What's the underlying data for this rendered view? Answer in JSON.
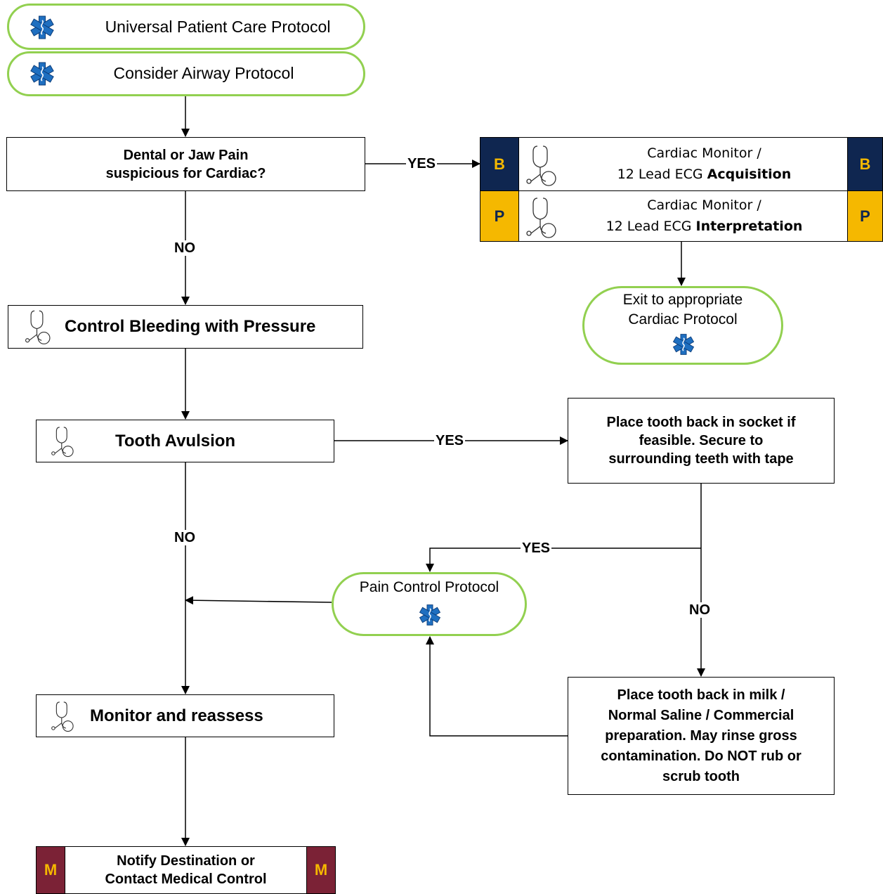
{
  "protocols": {
    "universal": "Universal Patient Care Protocol",
    "airway": "Consider Airway Protocol",
    "exit_line1": "Exit to appropriate",
    "exit_line2": "Cardiac Protocol",
    "pain": "Pain Control Protocol"
  },
  "decisions": {
    "dental_line1": "Dental or Jaw Pain",
    "dental_line2": "suspicious for Cardiac?",
    "tooth_avulsion": "Tooth Avulsion"
  },
  "actions": {
    "control_bleeding": "Control Bleeding with Pressure",
    "monitor": "Monitor and reassess",
    "place_socket_line1": "Place tooth back in socket if",
    "place_socket_line2": "feasible.  Secure to",
    "place_socket_line3": "surrounding teeth with tape",
    "place_milk_line1": "Place tooth back in milk /",
    "place_milk_line2": "Normal Saline / Commercial",
    "place_milk_line3": "preparation.  May rinse gross",
    "place_milk_line4": "contamination.  Do NOT rub or",
    "place_milk_line5": "scrub tooth",
    "notify_line1": "Notify Destination or",
    "notify_line2": "Contact Medical Control"
  },
  "cardiac_monitor": {
    "acq_line1": "Cardiac Monitor /",
    "acq_line2_prefix": "12 Lead ECG ",
    "acq_line2_bold": "Acquisition",
    "int_line1": "Cardiac Monitor /",
    "int_line2_prefix": "12 Lead ECG ",
    "int_line2_bold": "Interpretation"
  },
  "badges": {
    "b": "B",
    "p": "P",
    "m": "M"
  },
  "edge_labels": {
    "yes": "YES",
    "no": "NO"
  },
  "icons": {
    "star_of_life": "star-of-life-icon",
    "stethoscope": "stethoscope-icon"
  },
  "colors": {
    "pill_border": "#92d050",
    "badge_b": "#0f2650",
    "badge_p": "#f5b800",
    "badge_m": "#7b2236",
    "star": "#1f6fc0"
  }
}
